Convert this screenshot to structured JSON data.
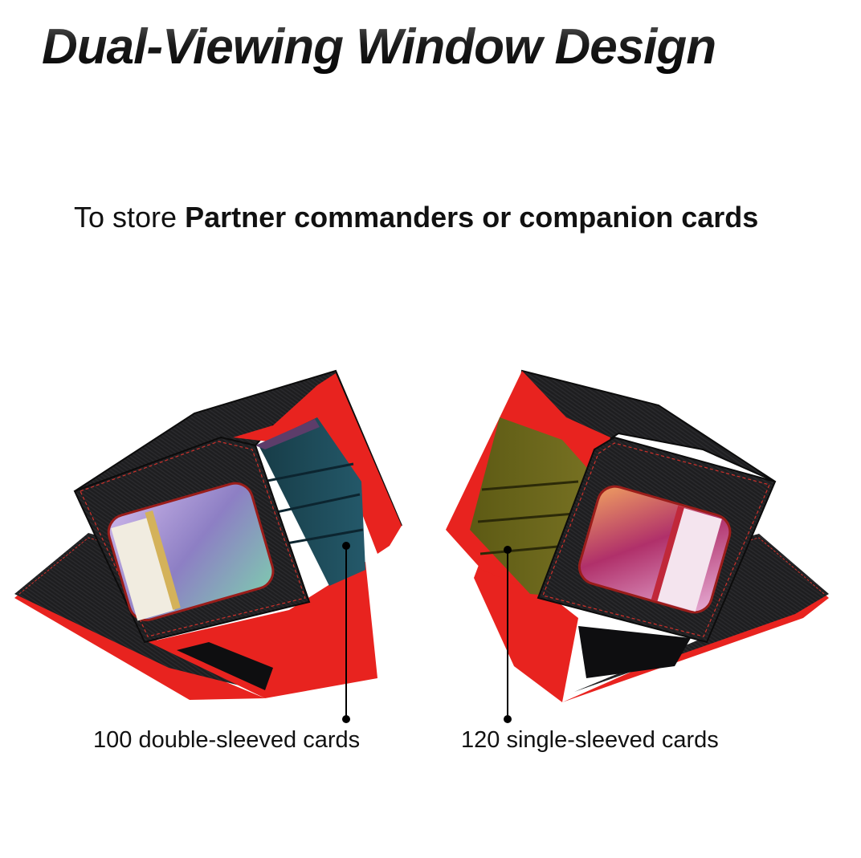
{
  "header": {
    "title": "Dual-Viewing Window Design"
  },
  "subtitle": {
    "prefix": "To store ",
    "emphasis": "Partner commanders or companion cards"
  },
  "products": [
    {
      "position": "left",
      "label": "100 double-sleeved cards",
      "card_edge_color": "#1f4f5c",
      "window_card": "purple-artwork-card"
    },
    {
      "position": "right",
      "label": "120 single-sleeved cards",
      "card_edge_color": "#6b6a1c",
      "window_card": "red-artwork-card"
    }
  ],
  "colors": {
    "box_black": "#1c1c1e",
    "box_red": "#e8231f",
    "stitch": "#d0302a",
    "background": "#ffffff"
  }
}
